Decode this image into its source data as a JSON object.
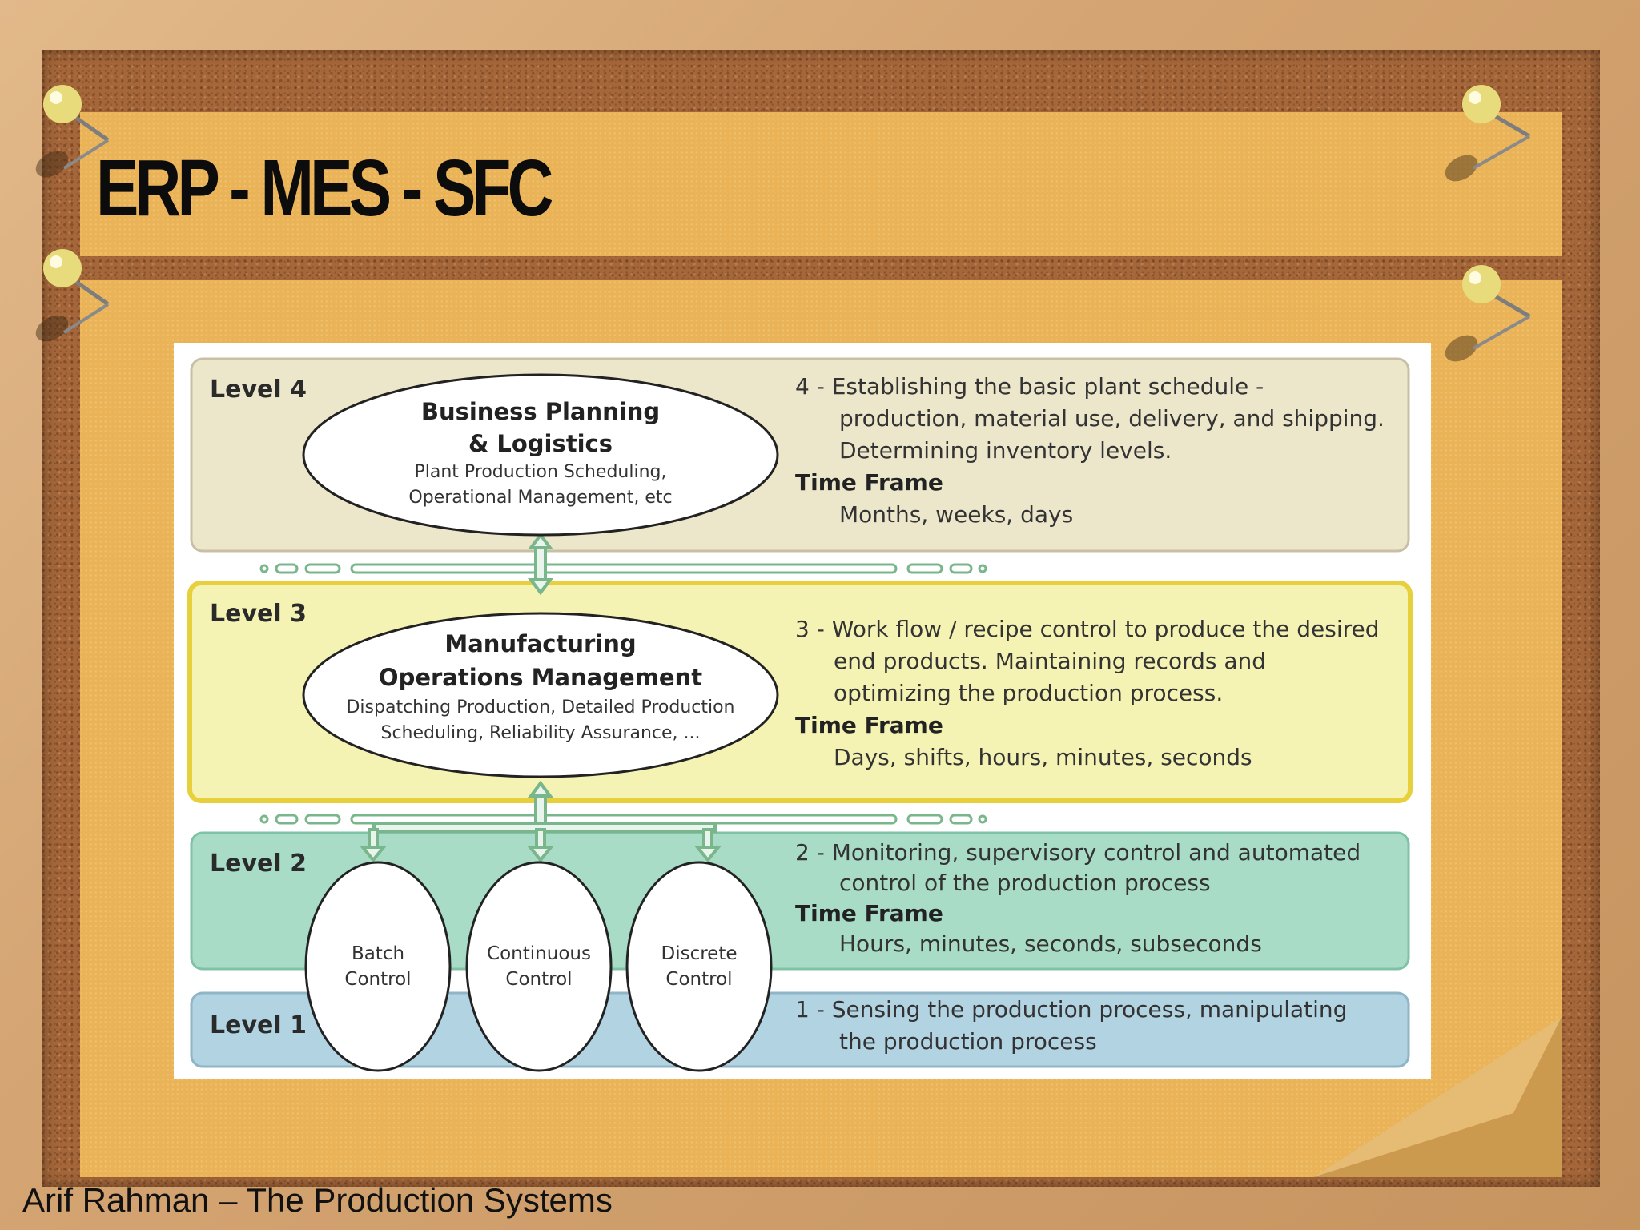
{
  "title": "ERP - MES - SFC",
  "footer": "Arif Rahman – The Production Systems",
  "colors": {
    "level4": "#ece6cb",
    "level3": "#f4f3b3",
    "level3_border": "#e8cf3c",
    "level2": "#a8dcc6",
    "level1": "#b2d3e2",
    "connector": "#7ab68b"
  },
  "levels": [
    {
      "label": "Level 4",
      "ellipse_title": [
        "Business Planning",
        "& Logistics"
      ],
      "ellipse_sub": [
        "Plant Production Scheduling,",
        "Operational Management, etc"
      ],
      "desc": [
        "4 - Establishing the basic plant schedule -",
        "production, material use, delivery, and shipping.",
        "Determining inventory levels."
      ],
      "timeframe_label": "Time Frame",
      "timeframe": "Months, weeks, days"
    },
    {
      "label": "Level 3",
      "ellipse_title": [
        "Manufacturing",
        "Operations Management"
      ],
      "ellipse_sub": [
        "Dispatching Production, Detailed Production",
        "Scheduling, Reliability Assurance, ..."
      ],
      "desc": [
        "3 - Work flow / recipe control to produce the desired",
        "end products. Maintaining records and",
        "optimizing the production process."
      ],
      "timeframe_label": "Time Frame",
      "timeframe": "Days, shifts, hours, minutes, seconds"
    },
    {
      "label": "Level 2",
      "desc": [
        "2 - Monitoring, supervisory control and automated",
        "control of the production process"
      ],
      "timeframe_label": "Time Frame",
      "timeframe": "Hours, minutes, seconds, subseconds"
    },
    {
      "label": "Level 1",
      "desc": [
        "1 - Sensing the production process, manipulating",
        "the production process"
      ]
    }
  ],
  "controls": [
    [
      "Batch",
      "Control"
    ],
    [
      "Continuous",
      "Control"
    ],
    [
      "Discrete",
      "Control"
    ]
  ]
}
